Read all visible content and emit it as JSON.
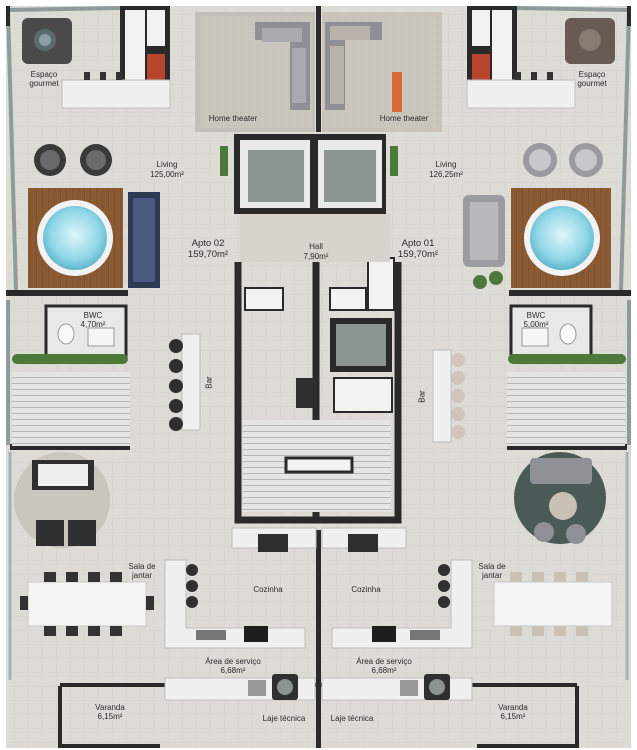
{
  "rooms": {
    "left_gourmet": "Espaço gourmet",
    "right_gourmet": "Espaço gourmet",
    "left_home_theater": "Home theater",
    "right_home_theater": "Home theater",
    "left_living_name": "Living",
    "left_living_area": "125,00m²",
    "right_living_name": "Living",
    "right_living_area": "126,25m²",
    "apto02_name": "Apto 02",
    "apto02_area": "159,70m²",
    "apto01_name": "Apto 01",
    "apto01_area": "159,70m²",
    "hall_name": "Hall",
    "hall_area": "7,90m²",
    "left_bwc_name": "BWC",
    "left_bwc_area": "4,70m²",
    "right_bwc_name": "BWC",
    "right_bwc_area": "5,00m²",
    "left_bar": "Bar",
    "right_bar": "Bar",
    "left_dining": "Sala de jantar",
    "right_dining": "Sala de jantar",
    "left_kitchen": "Cozinha",
    "right_kitchen": "Cozinha",
    "left_service_name": "Área de serviço",
    "left_service_area": "6,68m²",
    "right_service_name": "Área de serviço",
    "right_service_area": "6,68m²",
    "left_varanda_name": "Varanda",
    "left_varanda_area": "6,15m²",
    "right_varanda_name": "Varanda",
    "right_varanda_area": "6,15m²",
    "left_laje": "Laje técnica",
    "right_laje": "Laje técnica"
  },
  "colors": {
    "floor": "#d9d8d2",
    "wall": "#2a2a2a",
    "wood_deck": "#8a5a33",
    "pool_water": "#8fd6e6",
    "rug_dark": "#c6c3bb",
    "sofa": "#a9aab0",
    "glass": "#9fb4b8",
    "marble": "#ececea",
    "plant": "#4d7a3b"
  }
}
